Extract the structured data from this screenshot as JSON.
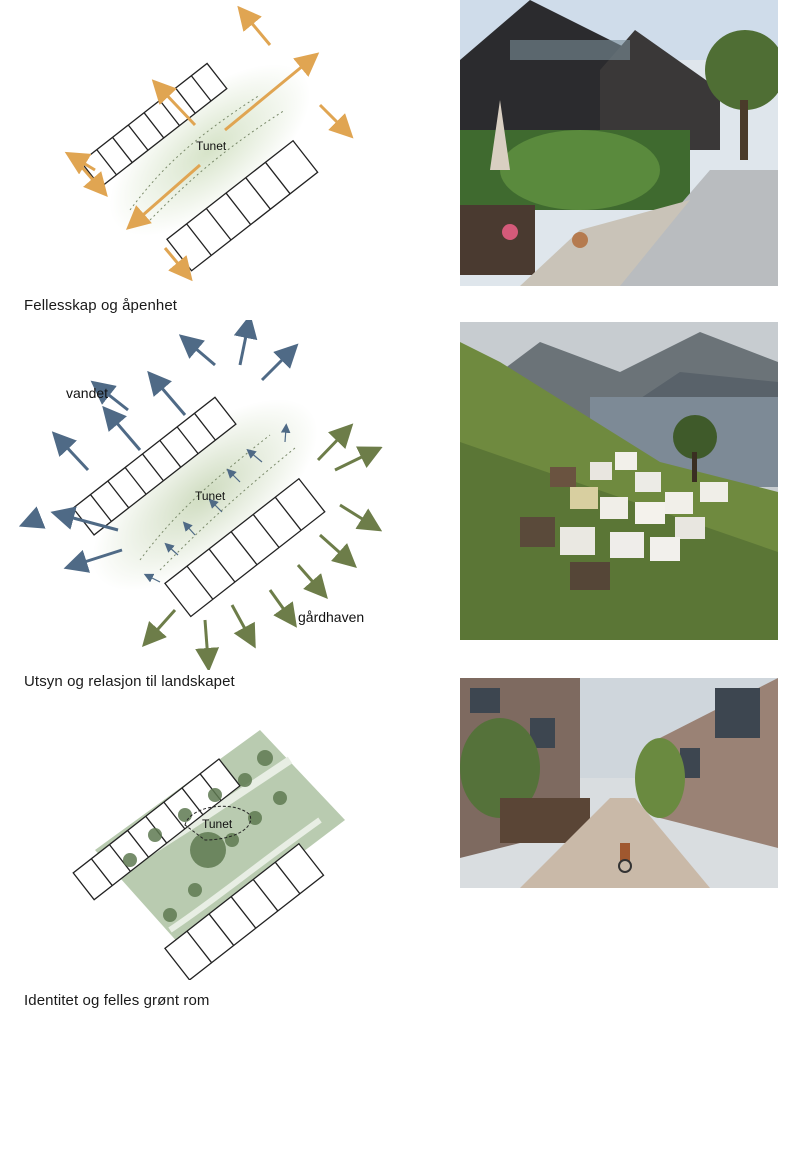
{
  "sections": [
    {
      "caption": "Fellesskap og åpenhet",
      "labels": {
        "center": "Tunet"
      },
      "photo": "courtyard-terraced-houses-photo"
    },
    {
      "caption": "Utsyn og relasjon til landskapet",
      "labels": {
        "center": "Tunet",
        "water": "vandet",
        "garden": "gårdhaven"
      },
      "photo": "fjord-village-photo"
    },
    {
      "caption": "Identitet og felles grønt rom",
      "labels": {
        "center": "Tunet"
      },
      "photo": "brick-street-photo"
    }
  ],
  "colors": {
    "arrow_orange": "#e0a552",
    "arrow_blue": "#4f6a86",
    "arrow_green": "#6d7d49",
    "green_zone": "#c9d8bc"
  }
}
